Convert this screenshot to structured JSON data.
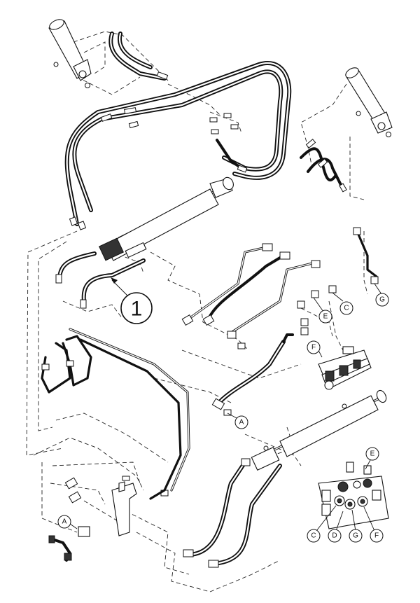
{
  "item_callout": "1",
  "callouts": {
    "A_lower_hose": "A",
    "A_bottom_left": "A",
    "C_upper": "C",
    "E_upper": "E",
    "G_upper": "G",
    "F_upper": "F",
    "E_valve": "E",
    "C_valve": "C",
    "D_valve": "D",
    "G_valve": "G",
    "F_valve": "F"
  }
}
